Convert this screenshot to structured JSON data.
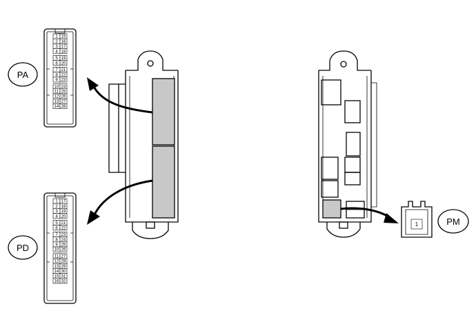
{
  "connectors": {
    "pa": {
      "label": "PA",
      "groups": [
        [
          [
            "1",
            "15"
          ],
          [
            "2",
            "16"
          ],
          [
            "3",
            "17"
          ],
          [
            "4",
            "18"
          ]
        ],
        [
          [
            "5",
            "19"
          ],
          [
            "6",
            "20"
          ]
        ],
        [
          [
            "7",
            "21"
          ],
          [
            "8",
            "22"
          ],
          [
            "9",
            "23"
          ]
        ],
        [
          [
            "10",
            "24"
          ],
          [
            "11",
            "25"
          ],
          [
            "12",
            "26"
          ],
          [
            "13",
            "27"
          ],
          [
            "14",
            "28"
          ]
        ]
      ]
    },
    "pd": {
      "label": "PD",
      "groups": [
        [
          [
            "1",
            "17"
          ],
          [
            "2",
            "18"
          ],
          [
            "3",
            "19"
          ],
          [
            "4",
            "20"
          ]
        ],
        [
          [
            "5",
            "21"
          ],
          [
            "6",
            "22"
          ]
        ],
        [
          [
            "7",
            "23"
          ],
          [
            "8",
            "24"
          ],
          [
            "9",
            "25"
          ],
          [
            "10",
            "26"
          ]
        ],
        [
          [
            "11",
            "27"
          ],
          [
            "12",
            "28"
          ],
          [
            "13",
            "29"
          ],
          [
            "14",
            "30"
          ],
          [
            "15",
            "31"
          ],
          [
            "16",
            "32"
          ]
        ]
      ]
    },
    "pm": {
      "label": "PM",
      "pins": [
        "1"
      ]
    }
  }
}
